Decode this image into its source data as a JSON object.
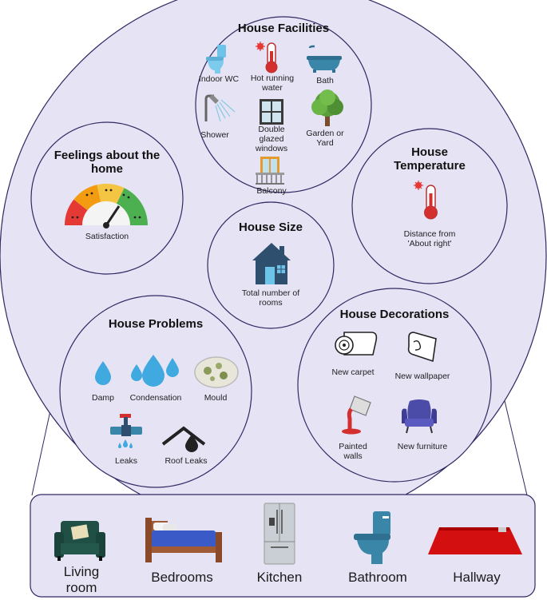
{
  "colors": {
    "circle_fill": "#e6e3f4",
    "circle_stroke": "#2f2a63",
    "room_band_fill": "#e6e3f4",
    "icon_dark_blue": "#2f4f6f",
    "gauge_red": "#e53935",
    "gauge_orange": "#f39c12",
    "gauge_yellow": "#f4c542",
    "gauge_green": "#4caf50"
  },
  "facilities": {
    "title": "House Facilities",
    "items": {
      "indoor_wc": "Indoor WC",
      "hot_water": "Hot running water",
      "bath": "Bath",
      "shower": "Shower",
      "double_glazed": "Double glazed windows",
      "garden": "Garden or Yard",
      "balcony": "Balcony"
    }
  },
  "feelings": {
    "title": "Feelings about the home",
    "label": "Satisfaction"
  },
  "temperature": {
    "title": "House Temperature",
    "label": "Distance from 'About right'"
  },
  "size": {
    "title": "House Size",
    "label": "Total number of rooms"
  },
  "problems": {
    "title": "House Problems",
    "items": {
      "damp": "Damp",
      "condensation": "Condensation",
      "mould": "Mould",
      "leaks": "Leaks",
      "roof_leaks": "Roof Leaks"
    }
  },
  "decorations": {
    "title": "House Decorations",
    "items": {
      "carpet": "New carpet",
      "wallpaper": "New wallpaper",
      "walls": "Painted walls",
      "furniture": "New furniture"
    }
  },
  "rooms": {
    "living": "Living room",
    "bedrooms": "Bedrooms",
    "kitchen": "Kitchen",
    "bathroom": "Bathroom",
    "hallway": "Hallway"
  }
}
